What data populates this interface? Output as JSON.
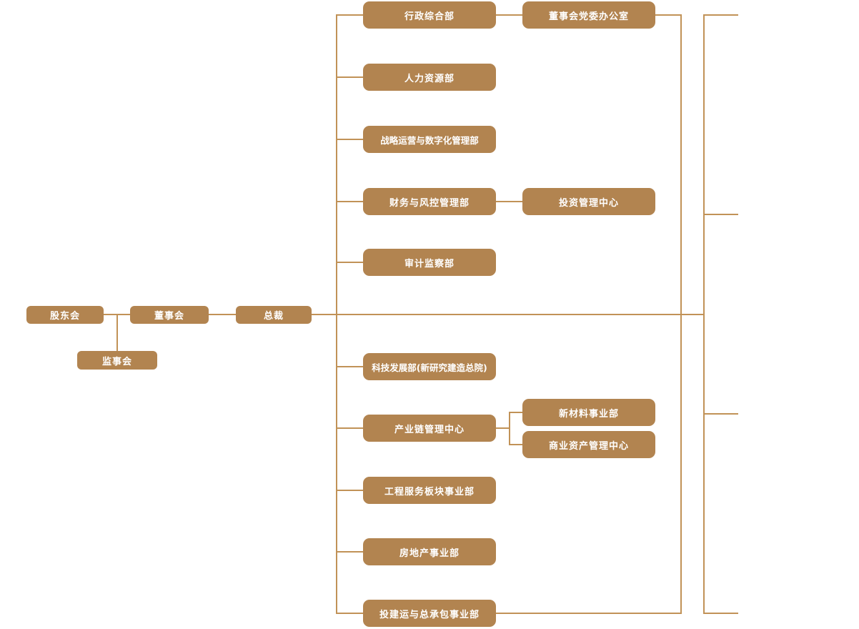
{
  "theme": {
    "background": "#ffffff",
    "node_fill": "#b28450",
    "line_color": "#c19257",
    "node_text_color": "#ffffff"
  },
  "org_chart": {
    "type": "org-chart",
    "nodes": {
      "shareholders": {
        "label": "股东会"
      },
      "supervisory_board": {
        "label": "监事会"
      },
      "board_of_directors": {
        "label": "董事会"
      },
      "president": {
        "label": "总裁"
      },
      "admin_general": {
        "label": "行政综合部"
      },
      "party_committee_office": {
        "label": "董事会党委办公室"
      },
      "human_resources": {
        "label": "人力资源部"
      },
      "strategy_digital": {
        "label": "战略运营与数字化管理部"
      },
      "finance_risk": {
        "label": "财务与风控管理部"
      },
      "investment_center": {
        "label": "投资管理中心"
      },
      "audit_supervision": {
        "label": "审计监察部"
      },
      "tech_development": {
        "label": "科技发展部(新研究建造总院)"
      },
      "industry_chain": {
        "label": "产业链管理中心"
      },
      "new_materials": {
        "label": "新材料事业部"
      },
      "commercial_assets": {
        "label": "商业资产管理中心"
      },
      "engineering_services": {
        "label": "工程服务板块事业部"
      },
      "real_estate": {
        "label": "房地产事业部"
      },
      "ibo_epc": {
        "label": "投建运与总承包事业部"
      }
    },
    "edges": [
      {
        "from": "shareholders",
        "to": "board_of_directors"
      },
      {
        "from": "shareholders",
        "to": "supervisory_board"
      },
      {
        "from": "board_of_directors",
        "to": "president"
      },
      {
        "from": "president",
        "to": "admin_general"
      },
      {
        "from": "president",
        "to": "human_resources"
      },
      {
        "from": "president",
        "to": "strategy_digital"
      },
      {
        "from": "president",
        "to": "finance_risk"
      },
      {
        "from": "president",
        "to": "audit_supervision"
      },
      {
        "from": "president",
        "to": "tech_development"
      },
      {
        "from": "president",
        "to": "industry_chain"
      },
      {
        "from": "president",
        "to": "engineering_services"
      },
      {
        "from": "president",
        "to": "real_estate"
      },
      {
        "from": "president",
        "to": "ibo_epc"
      },
      {
        "from": "admin_general",
        "to": "party_committee_office"
      },
      {
        "from": "finance_risk",
        "to": "investment_center"
      },
      {
        "from": "industry_chain",
        "to": "new_materials"
      },
      {
        "from": "industry_chain",
        "to": "commercial_assets"
      }
    ],
    "truncated_right_connectors": 4
  }
}
